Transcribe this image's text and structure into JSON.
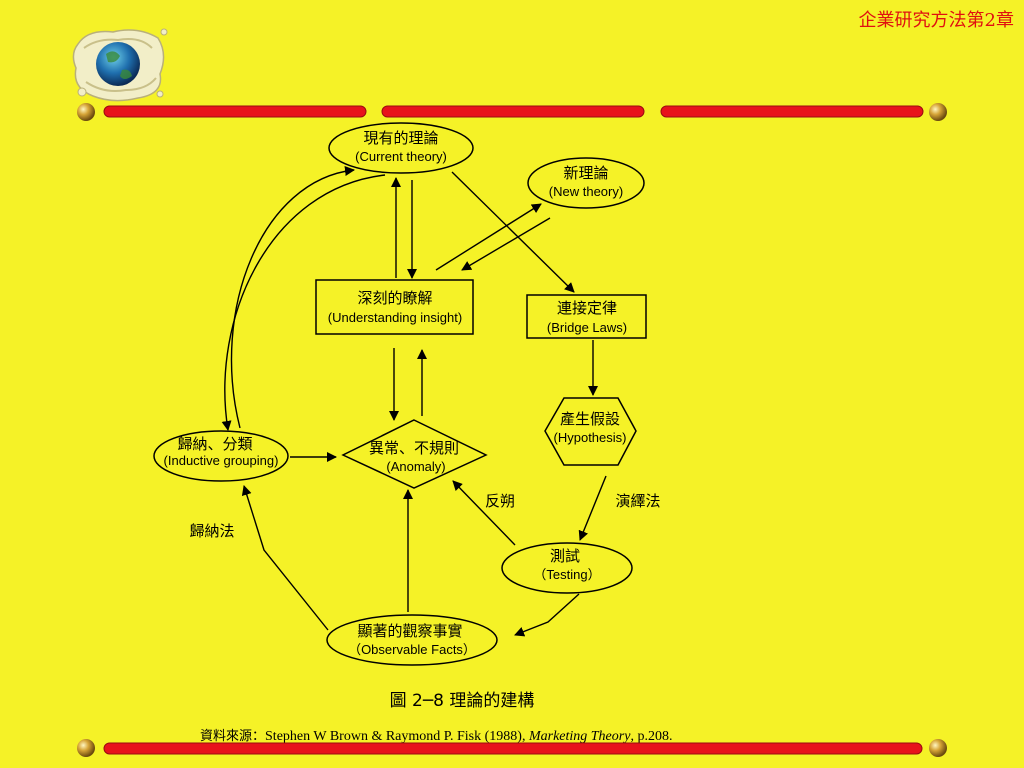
{
  "header": {
    "chapter_label": "企業研究方法第2章"
  },
  "icons": {
    "logo": "globe-icon",
    "rule_end": "gold-ball-icon"
  },
  "colors": {
    "background": "#f5f227",
    "rule": "#e8131b",
    "chapter_text": "#e01010"
  },
  "diagram": {
    "nodes": {
      "current_theory": {
        "cn": "現有的理論",
        "en": "(Current theory)"
      },
      "new_theory": {
        "cn": "新理論",
        "en": "(New theory)"
      },
      "insight": {
        "cn": "深刻的瞭解",
        "en": "(Understanding insight)"
      },
      "bridge": {
        "cn": "連接定律",
        "en": "(Bridge Laws)"
      },
      "hypothesis": {
        "cn": "產生假設",
        "en": "(Hypothesis)"
      },
      "inductive": {
        "cn": "歸納、分類",
        "en": "(Inductive grouping)"
      },
      "anomaly": {
        "cn": "異常、不規則",
        "en": "(Anomaly)"
      },
      "testing": {
        "cn": "測試",
        "en": "（Testing）"
      },
      "facts": {
        "cn": "顯著的觀察事實",
        "en": "（Observable Facts）"
      }
    },
    "labels": {
      "induction": "歸納法",
      "refute": "反朔",
      "deduction": "演繹法"
    }
  },
  "caption": "圖  2─8    理論的建構",
  "source": {
    "prefix": "資料來源：",
    "authors": "Stephen W Brown & Raymond P. Fisk (1988), ",
    "book": "Marketing Theory",
    "page": ", p.208."
  }
}
